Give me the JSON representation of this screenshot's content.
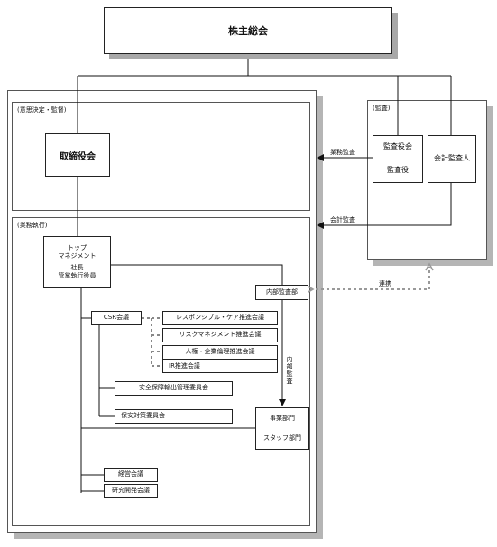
{
  "shareholders_meeting": "株主総会",
  "sections": {
    "decision": "(意思決定・監督)",
    "audit": "(監査)",
    "business": "(業務執行)"
  },
  "nodes": {
    "board": "取締役会",
    "audit_board_line1": "監査役会",
    "audit_board_line2": "監査役",
    "accounting_auditor": "会計監査人",
    "top_line1": "トップ",
    "top_line2": "マネジメント",
    "top_line3": "社長",
    "top_line4": "管掌執行役員",
    "internal_audit_dept": "内部監査部",
    "csr": "CSR会議",
    "responsible_care": "レスポンシブル・ケア推進会議",
    "risk_mgmt": "リスクマネジメント推進会議",
    "human_rights": "人権・企業倫理推進会議",
    "ir": "IR推進会議",
    "export_control": "安全保障輸出管理委員会",
    "security": "保安対策委員会",
    "business_dept": "事業部門",
    "staff_dept": "スタッフ部門",
    "management": "経営会議",
    "rnd": "研究開発会議"
  },
  "labels": {
    "business_audit": "業務監査",
    "accounting_audit": "会計監査",
    "cooperation": "連携",
    "internal_audit": "内部監査"
  }
}
